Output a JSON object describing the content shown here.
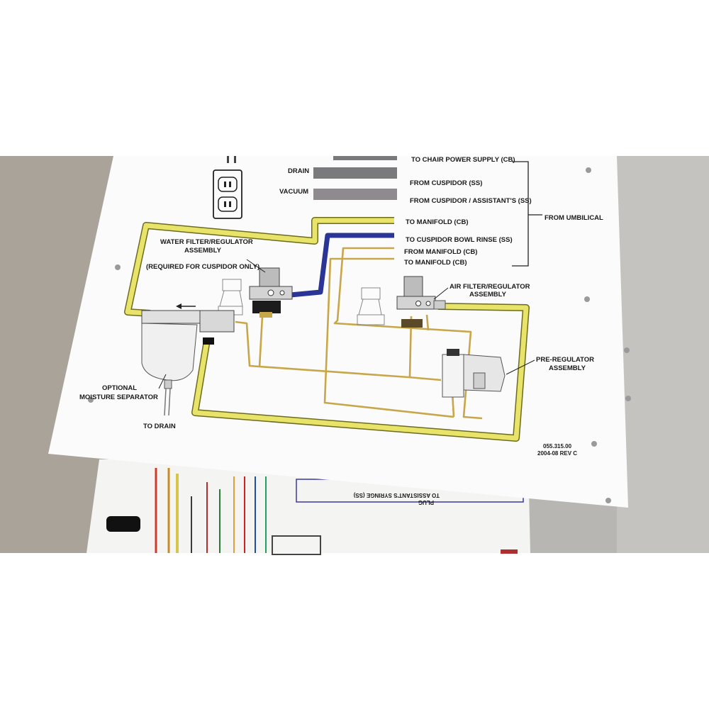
{
  "legend": {
    "drain": "DRAIN",
    "vacuum": "VACUUM",
    "drain_color": "#7a7a7c",
    "vacuum_color": "#8e8a8e"
  },
  "lines": {
    "to_chair_power": "TO CHAIR POWER SUPPLY (CB)",
    "from_cuspidor": "FROM CUSPIDOR (SS)",
    "from_cuspidor_assistant": "FROM CUSPIDOR / ASSISTANT'S (SS)",
    "to_manifold": "TO MANIFOLD (CB)",
    "to_cuspidor_bowl_rinse": "TO CUSPIDOR BOWL RINSE (SS)",
    "from_manifold": "FROM MANIFOLD (CB)",
    "to_manifold_2": "TO MANIFOLD (CB)",
    "from_umbilical": "FROM UMBILICAL"
  },
  "components": {
    "water_filter_line1": "WATER FILTER/REGULATOR",
    "water_filter_line2": "ASSEMBLY",
    "water_filter_line3": "(REQUIRED FOR CUSPIDOR ONLY)",
    "air_filter_line1": "AIR FILTER/REGULATOR",
    "air_filter_line2": "ASSEMBLY",
    "pre_regulator_line1": "PRE-REGULATOR",
    "pre_regulator_line2": "ASSEMBLY",
    "moisture_line1": "OPTIONAL",
    "moisture_line2": "MOISTURE SEPARATOR",
    "to_drain": "TO DRAIN"
  },
  "doc_number": "055.315.00",
  "revision": "2004-08 REV C",
  "lower_sheet_text_1": "TO ASSISTANT'S SYRINGE (SS)",
  "lower_sheet_text_2": "PLUG",
  "colors": {
    "air_yellow": "#e8e46a",
    "water_blue": "#2b3596",
    "manifold_tan": "#c8a64a"
  }
}
